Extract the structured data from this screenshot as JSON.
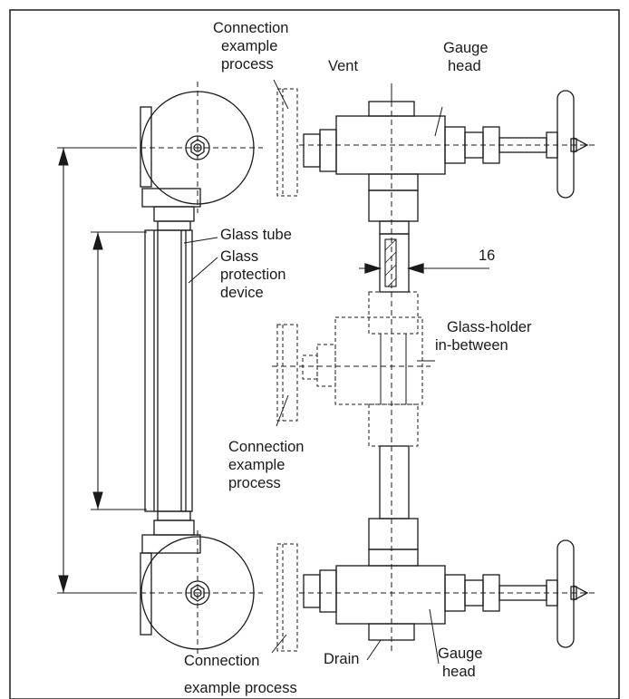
{
  "labels": {
    "conn_top": [
      "Connection",
      "example",
      "process"
    ],
    "vent": "Vent",
    "gauge_top": [
      "Gauge",
      "head"
    ],
    "glass_tube": "Glass tube",
    "glass_protection": [
      "Glass",
      "protection",
      "device"
    ],
    "dim_16": "16",
    "glass_holder": [
      "Glass-holder",
      "in-between"
    ],
    "conn_mid": [
      "Connection",
      "example",
      "process"
    ],
    "conn_bottom": [
      "Connection",
      "example process"
    ],
    "drain": "Drain",
    "gauge_bottom": [
      "Gauge",
      "head"
    ]
  }
}
